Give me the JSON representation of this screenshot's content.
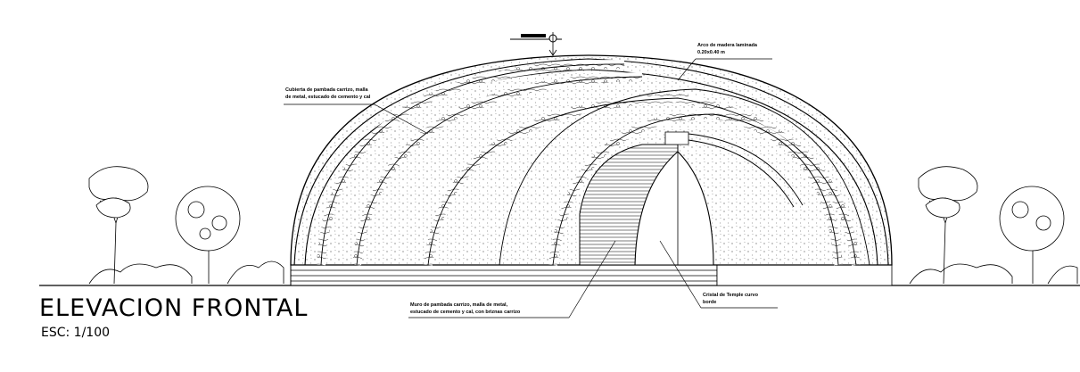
{
  "drawing": {
    "title": "ELEVACION FRONTAL",
    "scale": "ESC: 1/100"
  },
  "annotations": {
    "roof_note_line1": "Cubierta de pambada carrizo, malla",
    "roof_note_line2": "de metal, estucado de cemento y cal",
    "arch_note_line1": "Arco de madera laminada",
    "arch_note_line2": "0.20x0.40 m",
    "wall_note_line1": "Muro de pambada carrizo, malla de metal,",
    "wall_note_line2": "estucado de cemento y cal, con briznas carrizo",
    "glass_note_line1": "Cristal de Temple curvo",
    "glass_note_line2": "borde"
  }
}
